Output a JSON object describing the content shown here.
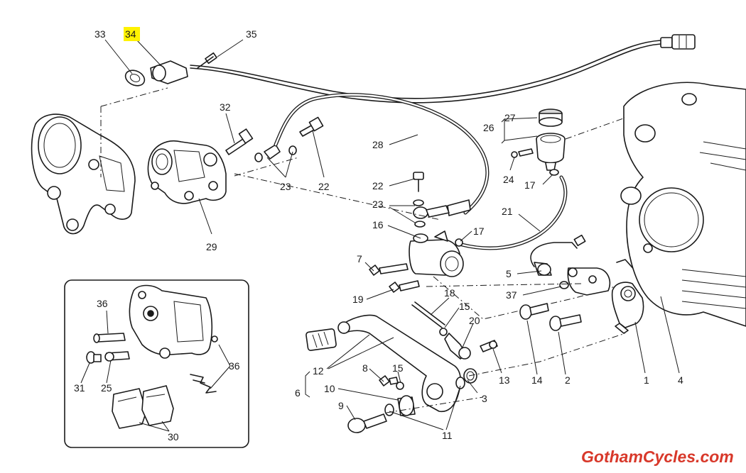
{
  "highlight_color": "#fff200",
  "brand_color": "#d8382a",
  "callouts": {
    "c33": "33",
    "c34": "34",
    "c35": "35",
    "c32": "32",
    "c28": "28",
    "c26": "26",
    "c27": "27",
    "c24": "24",
    "c17a": "17",
    "c21": "21",
    "c22a": "22",
    "c23a": "23",
    "c22b": "22",
    "c23b": "23",
    "c29": "29",
    "c16": "16",
    "c17b": "17",
    "c7": "7",
    "c5": "5",
    "c37": "37",
    "c19": "19",
    "c18": "18",
    "c15a": "15",
    "c20": "20",
    "c13": "13",
    "c14": "14",
    "c2": "2",
    "c1": "1",
    "c4": "4",
    "c12": "12",
    "c6": "6",
    "c8": "8",
    "c15b": "15",
    "c10": "10",
    "c3": "3",
    "c9": "9",
    "c11": "11",
    "c36a": "36",
    "c36b": "36",
    "c31": "31",
    "c25": "25",
    "c30": "30"
  },
  "brand": "GothamCycles.com"
}
